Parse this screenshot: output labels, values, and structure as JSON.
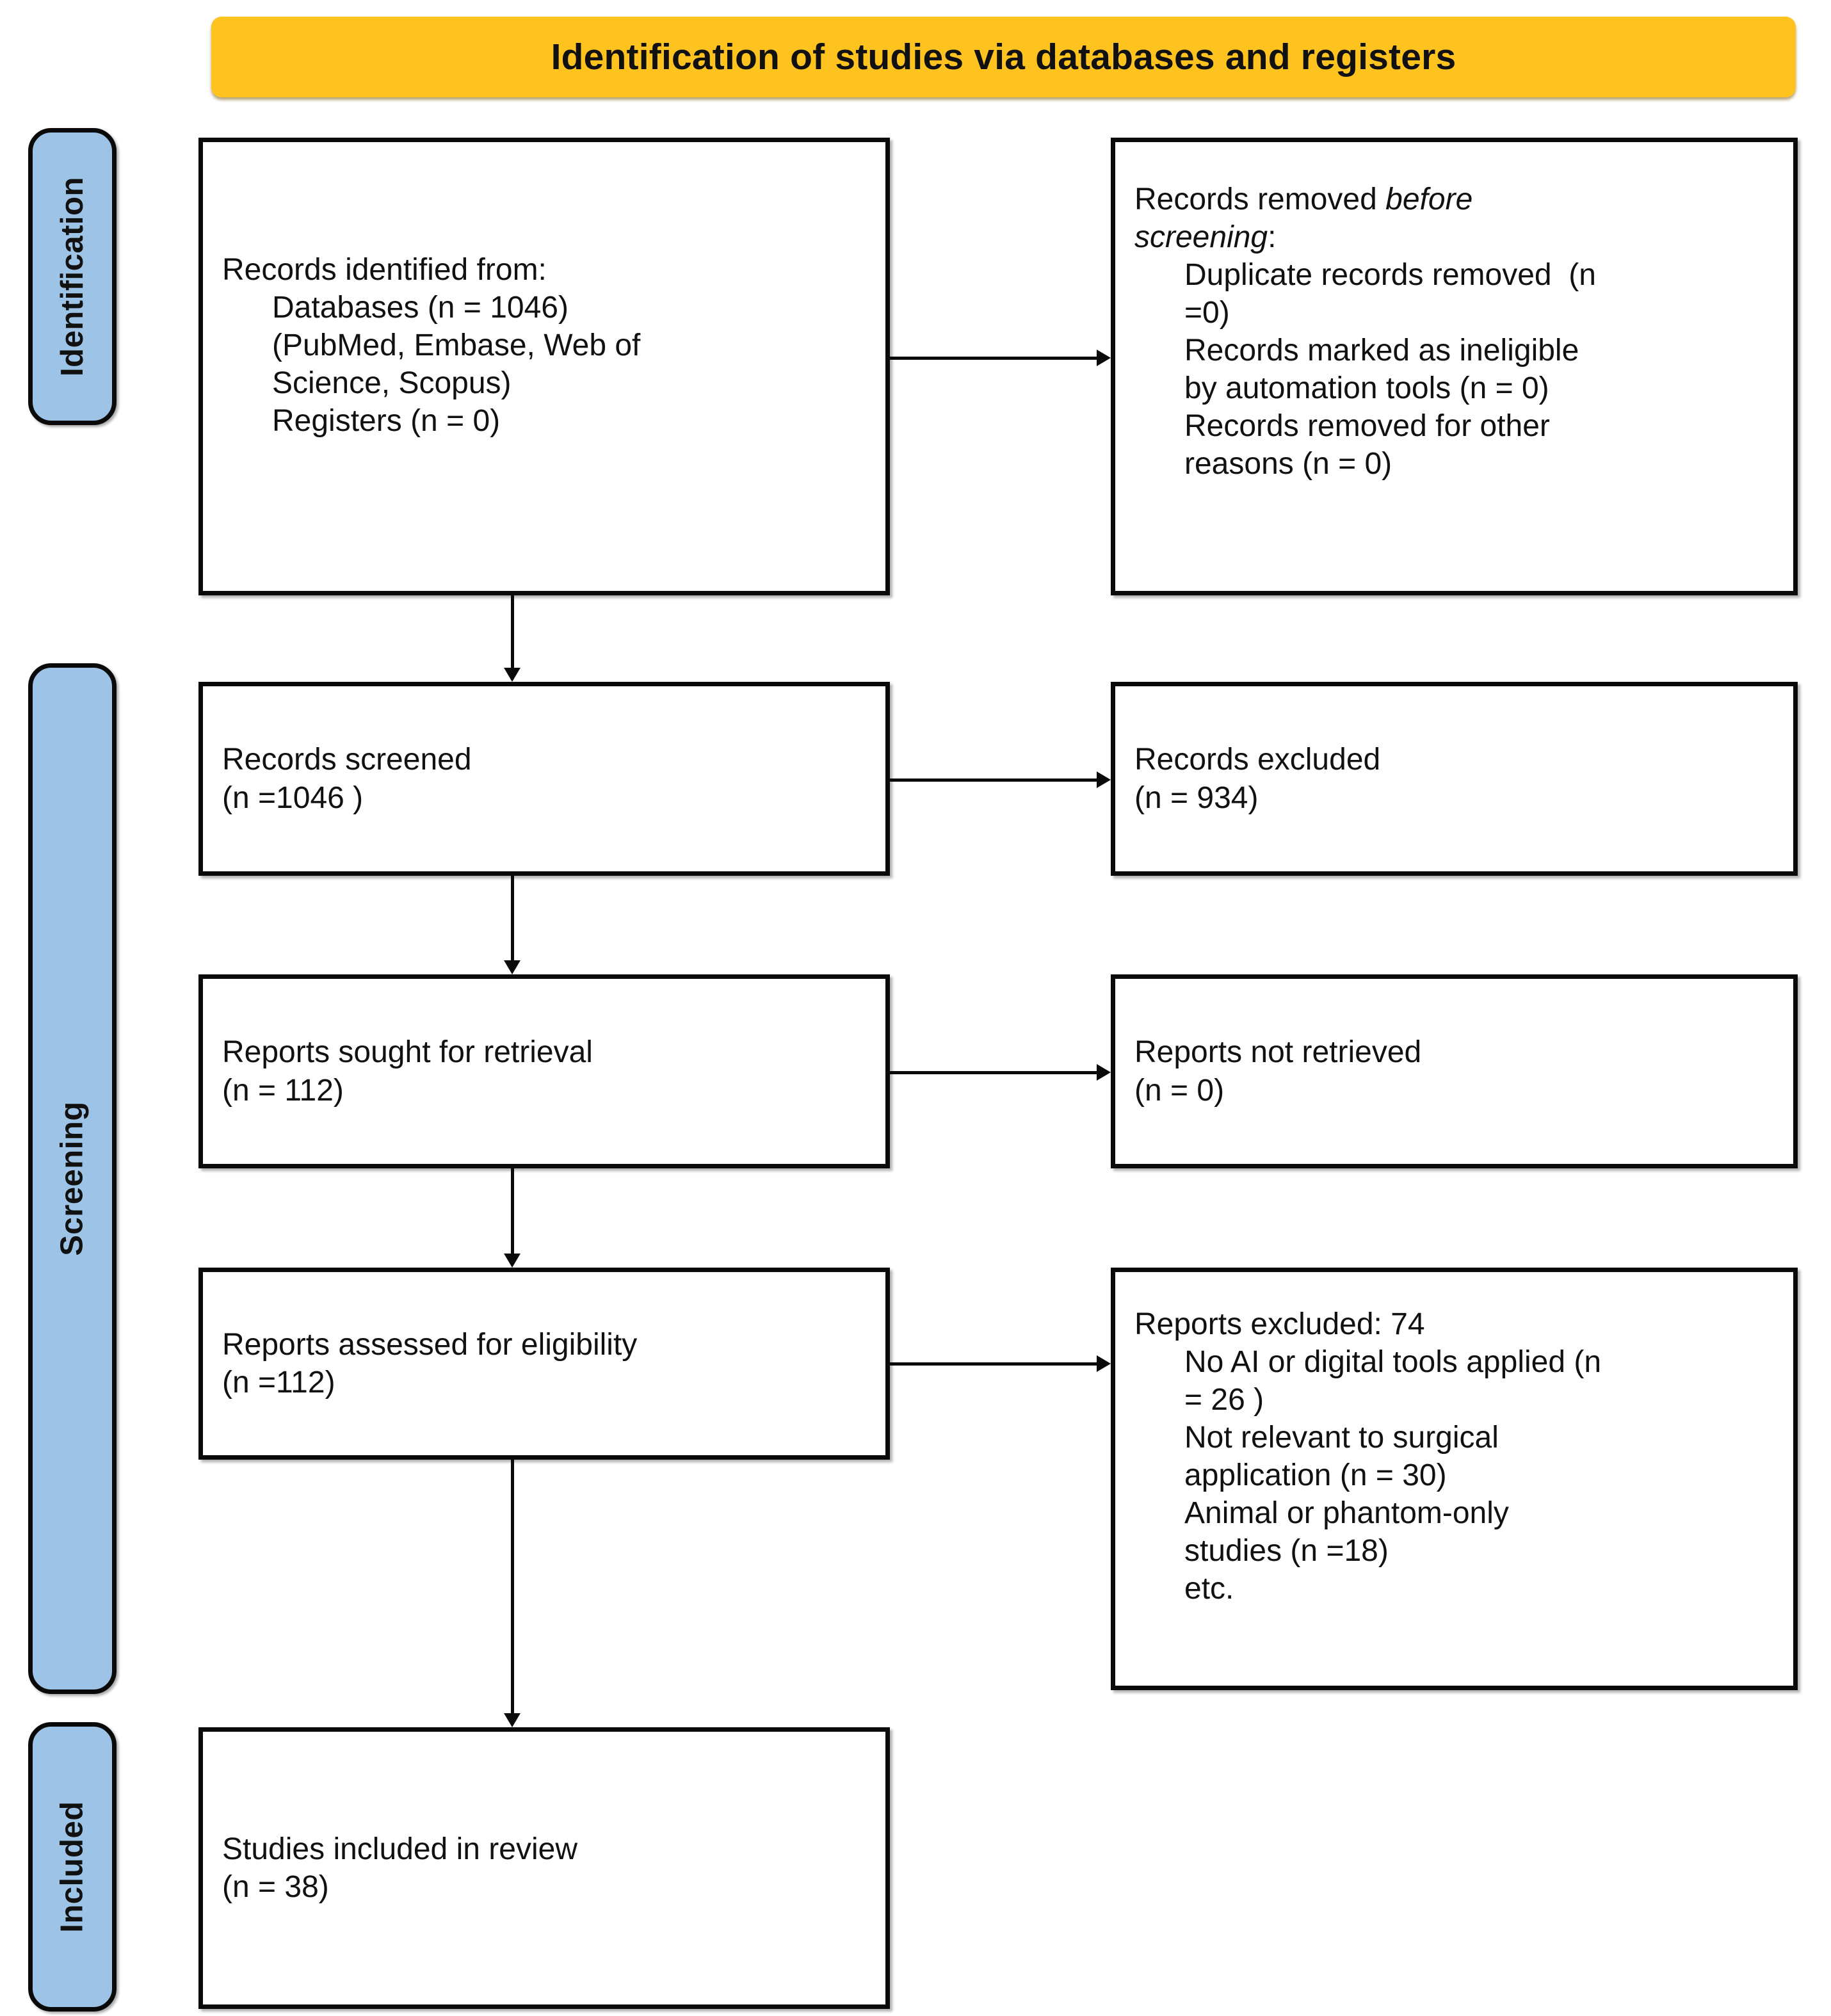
{
  "header": {
    "title": "Identification of studies via databases and registers",
    "background_color": "#FFC31F"
  },
  "stages": {
    "identification": "Identification",
    "screening": "Screening",
    "included": "Included",
    "pill_color": "#9DC3E6"
  },
  "boxes": {
    "identified": {
      "line1": "Records identified from:",
      "line2": "Databases (n = 1046)",
      "line3": "(PubMed, Embase, Web of",
      "line4": "Science, Scopus)",
      "line5": "Registers (n = 0)"
    },
    "removed": {
      "line1_a": "Records removed ",
      "line1_b": "before",
      "line2_a": "screening",
      "line2_b": ":",
      "line3": "Duplicate records removed  (n",
      "line4": "=0)",
      "line5": "Records marked as ineligible",
      "line6": "by automation tools (n = 0)",
      "line7": "Records removed for other",
      "line8": "reasons (n = 0)"
    },
    "screened": {
      "line1": "Records screened",
      "line2": "(n =1046 )"
    },
    "excluded_records": {
      "line1": "Records excluded",
      "line2": "(n = 934)"
    },
    "sought": {
      "line1": "Reports sought for retrieval",
      "line2": "(n = 112)"
    },
    "not_retrieved": {
      "line1": "Reports not retrieved",
      "line2": "(n = 0)"
    },
    "assessed": {
      "line1": "Reports assessed for eligibility",
      "line2": "(n =112)"
    },
    "excluded_reports": {
      "line1": "Reports excluded: 74",
      "line2": "No AI or digital tools applied (n",
      "line3": "= 26 )",
      "line4": "Not relevant to surgical",
      "line5": "application (n = 30)",
      "line6": "Animal or phantom-only",
      "line7": "studies (n =18)",
      "line8": "etc."
    },
    "included": {
      "line1": "Studies included in review",
      "line2": "(n = 38)"
    }
  },
  "chart_data": {
    "type": "diagram",
    "title": "Identification of studies via databases and registers",
    "nodes": [
      {
        "id": "identified",
        "stage": "Identification",
        "column": "left",
        "n_databases": 1046,
        "n_registers": 0,
        "sources": [
          "PubMed",
          "Embase",
          "Web of Science",
          "Scopus"
        ]
      },
      {
        "id": "removed_before_screening",
        "stage": "Identification",
        "column": "right",
        "duplicates": 0,
        "ineligible_by_automation": 0,
        "other_reasons": 0
      },
      {
        "id": "records_screened",
        "stage": "Screening",
        "column": "left",
        "n": 1046
      },
      {
        "id": "records_excluded",
        "stage": "Screening",
        "column": "right",
        "n": 934
      },
      {
        "id": "reports_sought",
        "stage": "Screening",
        "column": "left",
        "n": 112
      },
      {
        "id": "reports_not_retrieved",
        "stage": "Screening",
        "column": "right",
        "n": 0
      },
      {
        "id": "reports_assessed",
        "stage": "Screening",
        "column": "left",
        "n": 112
      },
      {
        "id": "reports_excluded",
        "stage": "Screening",
        "column": "right",
        "n": 74,
        "reasons": [
          {
            "label": "No AI or digital tools applied",
            "n": 26
          },
          {
            "label": "Not relevant to surgical application",
            "n": 30
          },
          {
            "label": "Animal or phantom-only studies",
            "n": 18
          },
          {
            "label": "etc.",
            "n": null
          }
        ]
      },
      {
        "id": "studies_included",
        "stage": "Included",
        "column": "left",
        "n": 38
      }
    ],
    "edges": [
      {
        "from": "identified",
        "to": "removed_before_screening",
        "direction": "right"
      },
      {
        "from": "identified",
        "to": "records_screened",
        "direction": "down"
      },
      {
        "from": "records_screened",
        "to": "records_excluded",
        "direction": "right"
      },
      {
        "from": "records_screened",
        "to": "reports_sought",
        "direction": "down"
      },
      {
        "from": "reports_sought",
        "to": "reports_not_retrieved",
        "direction": "right"
      },
      {
        "from": "reports_sought",
        "to": "reports_assessed",
        "direction": "down"
      },
      {
        "from": "reports_assessed",
        "to": "reports_excluded",
        "direction": "right"
      },
      {
        "from": "reports_assessed",
        "to": "studies_included",
        "direction": "down"
      }
    ]
  }
}
